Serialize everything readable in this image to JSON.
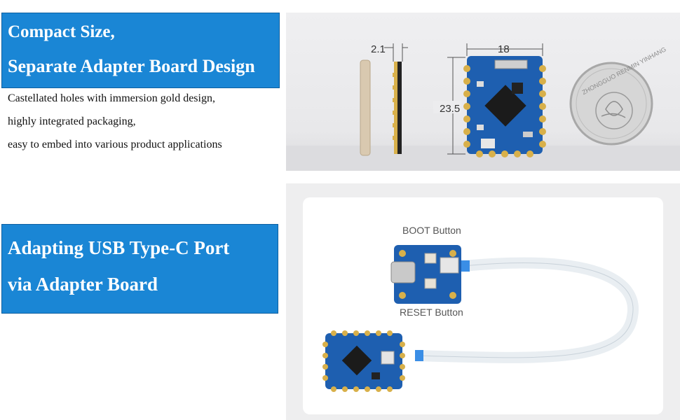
{
  "banner_top": {
    "line1": "Compact Size,",
    "line2": "Separate Adapter Board Design"
  },
  "description": {
    "line1": "Castellated holes with immersion gold design,",
    "line2": "highly integrated packaging,",
    "line3": "easy to embed into various product applications"
  },
  "banner_bottom": {
    "line1": "Adapting USB Type-C Port",
    "line2": "via Adapter Board"
  },
  "dimensions": {
    "thickness": "2.1",
    "width": "18",
    "height": "23.5"
  },
  "coin_text": "ZHONGGUO RENMIN YINHANG",
  "labels": {
    "boot": "BOOT Button",
    "reset": "RESET Button"
  },
  "colors": {
    "banner": "#1a86d5",
    "pcb": "#1e5fb0",
    "gold": "#d8b04a"
  }
}
